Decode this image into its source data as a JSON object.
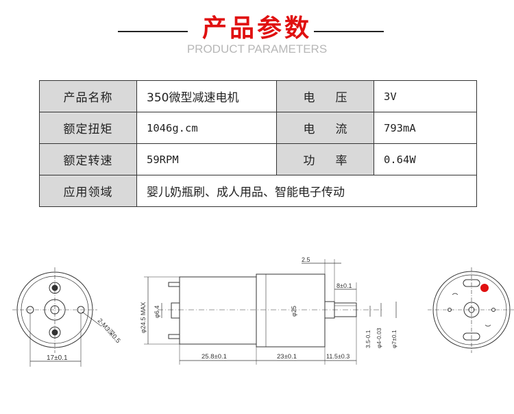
{
  "header": {
    "title": "产品参数",
    "subtitle": "PRODUCT PARAMETERS"
  },
  "specs": {
    "product_name_label": "产品名称",
    "product_name_value": "350微型减速电机",
    "voltage_label": "电压",
    "voltage_value": "3V",
    "torque_label": "额定扭矩",
    "torque_value": "1046g.cm",
    "current_label": "电流",
    "current_value": "793mA",
    "speed_label": "额定转速",
    "speed_value": "59RPM",
    "power_label": "功率",
    "power_value": "0.64W",
    "application_label": "应用领域",
    "application_value": "婴儿奶瓶刷、成人用品、智能电子传动"
  },
  "drawing": {
    "hole_label": "2-M3深0.5",
    "front_width": "17±0.1",
    "len_motor": "25.8±0.1",
    "len_gearbox": "23±0.1",
    "len_shaft": "11.5±0.3",
    "terminal_offset": "2.5",
    "shaft_flat": "8±0.1",
    "dia_max": "φ24.5 MAX",
    "dia_motor_shaft": "φ6.4",
    "dia_gearbox": "φ25",
    "d_cut": "3.5-0.1",
    "dia_shaft": "φ4-0.03",
    "dia_boss": "φ7±0.1"
  },
  "colors": {
    "title": "#e01010",
    "subtitle": "#b7b7b7",
    "label_bg": "#d9d9d9",
    "mark": "#e01010"
  }
}
